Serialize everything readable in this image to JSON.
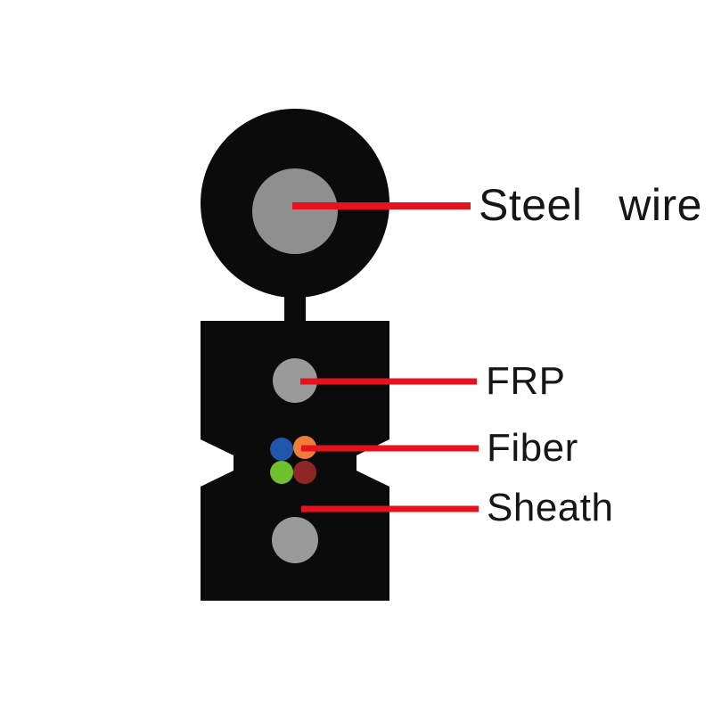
{
  "diagram": {
    "type": "fiber-optic-drop-cable-cross-section",
    "labels": {
      "steel_wire": "Steel  wire",
      "frp": "FRP",
      "fiber": "Fiber",
      "sheath": "Sheath"
    },
    "parts": [
      {
        "name": "steel-wire-core",
        "shape": "circle",
        "color_key": "steel_gray"
      },
      {
        "name": "frp-rod",
        "shape": "circle",
        "color_key": "frp_gray"
      },
      {
        "name": "fiber-dots",
        "shape": "four-circles",
        "color_keys": [
          "fiber_blue",
          "fiber_orange",
          "fiber_green",
          "fiber_darkred"
        ]
      },
      {
        "name": "sheath-inner-circle",
        "shape": "circle",
        "color_key": "sheath_gray"
      }
    ]
  },
  "colors": {
    "background": "#ffffff",
    "body_black": "#0b0b0c",
    "steel_gray": "#8f8f8f",
    "frp_gray": "#9a9a9a",
    "sheath_gray": "#9a9a9a",
    "leader_red": "#e8111e",
    "fiber_blue": "#2256ab",
    "fiber_orange": "#ee7d38",
    "fiber_green": "#6fc02f",
    "fiber_darkred": "#8f2626",
    "label_text": "#161616"
  }
}
